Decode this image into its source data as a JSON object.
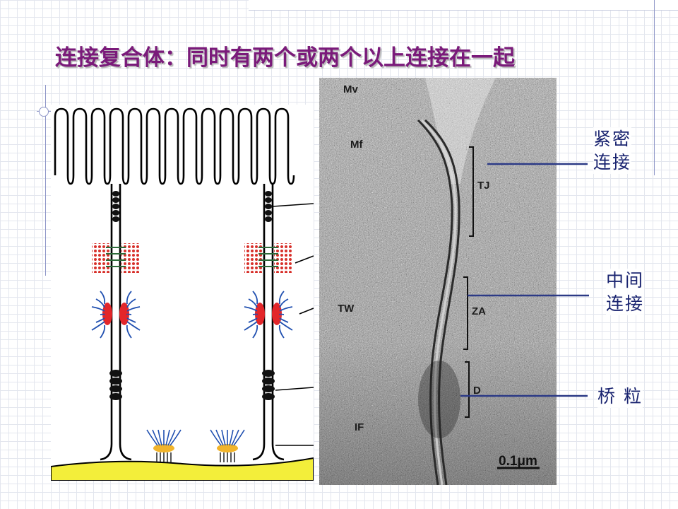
{
  "slide": {
    "title": "连接复合体：同时有两个或两个以上连接在一起"
  },
  "labels": {
    "tight_junction": [
      "紧密",
      "连接"
    ],
    "zonula_adherens": [
      "中间",
      "连接"
    ],
    "desmosome": "桥 粒"
  },
  "micrograph_labels": {
    "mv": "Mv",
    "mf": "Mf",
    "tj": "TJ",
    "tw": "TW",
    "za": "ZA",
    "d": "D",
    "if": "IF",
    "scale": "0.1μm"
  },
  "colors": {
    "title": "#7a1a7a",
    "label": "#1a2470",
    "leader_line": "#2c3a86",
    "basement_membrane": "#f3ee3a",
    "adherens_dots": "#d7302a",
    "filaments": "#1f4fb0",
    "hemidesmosome_plaque": "#f1b42b"
  }
}
